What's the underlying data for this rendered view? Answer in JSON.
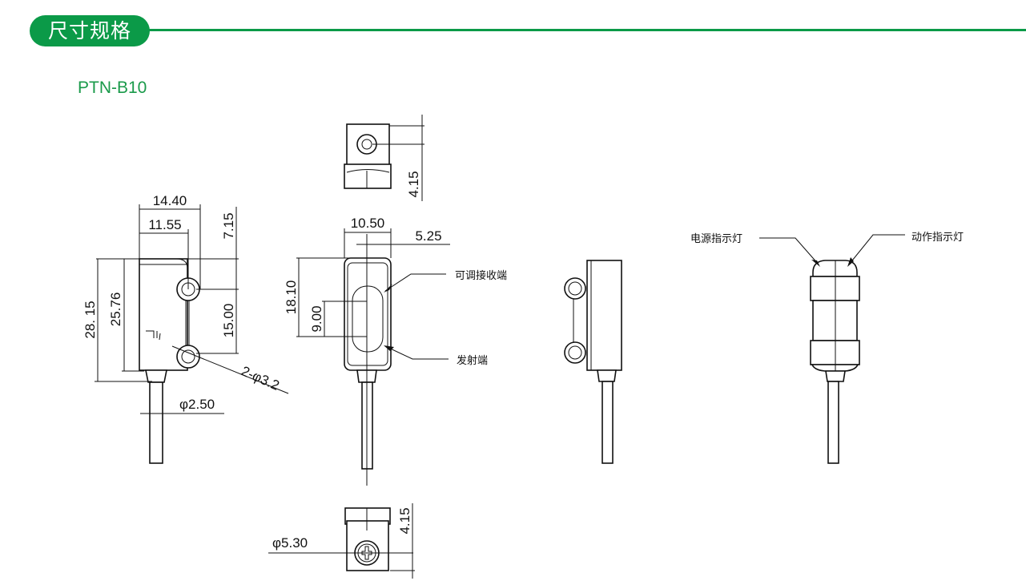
{
  "header": {
    "section_title": "尺寸规格",
    "model": "PTN-B10",
    "accent_color": "#0b9a48"
  },
  "side_view": {
    "dims": {
      "width_total": "14.40",
      "width_hole": "11.55",
      "hole_top": "7.15",
      "hole_pitch": "15.00",
      "height_total": "28. 15",
      "height_body": "25.76",
      "holes": "2-φ3.2",
      "cable_dia": "φ2.50"
    }
  },
  "front_view": {
    "dims": {
      "width": "10.50",
      "half_width": "5.25",
      "height": "18.10",
      "window": "9.00"
    },
    "labels": {
      "receiver": "可调接收端",
      "emitter": "发射端"
    }
  },
  "top_view": {
    "dims": {
      "offset": "4.15"
    }
  },
  "bottom_view": {
    "dims": {
      "offset": "4.15",
      "knob_dia": "φ5.30"
    }
  },
  "rear_view": {
    "labels": {
      "power_led": "电源指示灯",
      "action_led": "动作指示灯"
    }
  }
}
